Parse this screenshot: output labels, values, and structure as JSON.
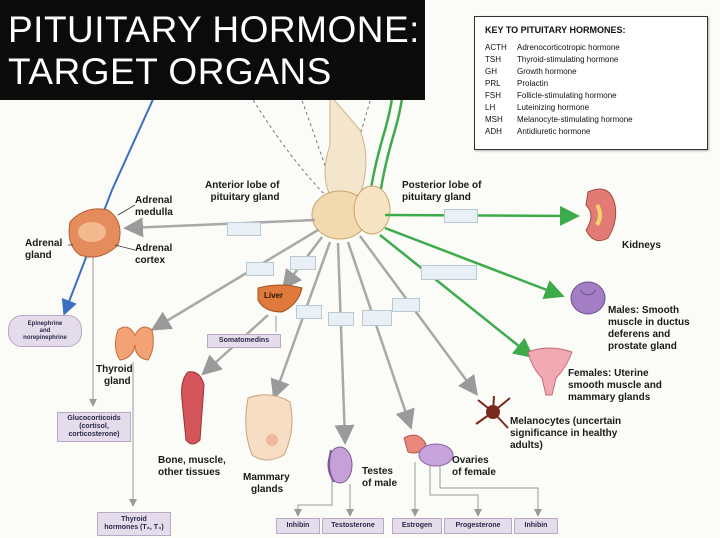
{
  "title": {
    "line1": "PITUITARY HORMONE:",
    "line2": "TARGET ORGANS"
  },
  "key": {
    "title": "KEY TO PITUITARY HORMONES:",
    "rows": [
      {
        "abbr": "ACTH",
        "name": "Adrenocorticotropic hormone"
      },
      {
        "abbr": "TSH",
        "name": "Thyroid-stimulating hormone"
      },
      {
        "abbr": "GH",
        "name": "Growth hormone"
      },
      {
        "abbr": "PRL",
        "name": "Prolactin"
      },
      {
        "abbr": "FSH",
        "name": "Follicle-stimulating hormone"
      },
      {
        "abbr": "LH",
        "name": "Luteinizing hormone"
      },
      {
        "abbr": "MSH",
        "name": "Melanocyte-stimulating hormone"
      },
      {
        "abbr": "ADH",
        "name": "Antidiuretic hormone"
      }
    ]
  },
  "labels": {
    "anterior_lobe": [
      "Anterior lobe of",
      "pituitary gland"
    ],
    "posterior_lobe": [
      "Posterior lobe of",
      "pituitary gland"
    ],
    "adrenal_medulla": [
      "Adrenal",
      "medulla"
    ],
    "adrenal_gland": [
      "Adrenal",
      "gland"
    ],
    "adrenal_cortex": [
      "Adrenal",
      "cortex"
    ],
    "kidneys": "Kidneys",
    "males": [
      "Males: Smooth",
      "muscle in ductus",
      "deferens and",
      "prostate gland"
    ],
    "females": [
      "Females: Uterine",
      "smooth muscle and",
      "mammary glands"
    ],
    "melanocytes": [
      "Melanocytes (uncertain",
      "significance in healthy",
      "adults)"
    ],
    "thyroid_gland": [
      "Thyroid",
      "gland"
    ],
    "liver": "Liver",
    "bone": [
      "Bone, muscle,",
      "other tissues"
    ],
    "mammary": [
      "Mammary",
      "glands"
    ],
    "testes": [
      "Testes",
      "of male"
    ],
    "ovaries": [
      "Ovaries",
      "of female"
    ]
  },
  "hormone_boxes": {
    "epinephrine": [
      "Epinephrine",
      "and",
      "norepinephrine"
    ],
    "somatomedins": "Somatomedins",
    "glucocorticoids": [
      "Glucocorticoids",
      "(cortisol,",
      "corticosterone)"
    ],
    "thyroid_hormones": [
      "Thyroid",
      "hormones (T₃, T₄)"
    ],
    "bottom": [
      "Inhibin",
      "Testosterone",
      "Estrogen",
      "Progesterone",
      "Inhibin"
    ]
  },
  "colors": {
    "green_arrow": "#3cab4a",
    "blue_arrow": "#3a6fc2",
    "gray_arrow": "#9a9a9a",
    "box_fill": "#e4dceb"
  }
}
